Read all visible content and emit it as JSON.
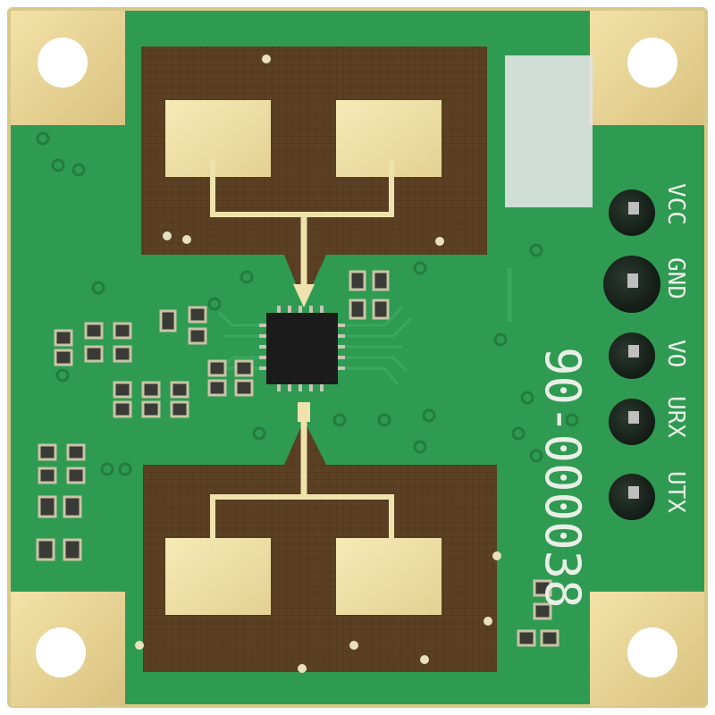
{
  "board": {
    "part_number": "90-000038",
    "pins": [
      {
        "label": "VCC"
      },
      {
        "label": "GND"
      },
      {
        "label": "VO"
      },
      {
        "label": "URX"
      },
      {
        "label": "UTX"
      }
    ],
    "colors": {
      "pcb_green": "#2f9a52",
      "copper_pour": "#5a3f22",
      "gold_pad": "#f1e6b0",
      "chip": "#1b1b1b",
      "silkscreen": "#e9efe6"
    }
  }
}
